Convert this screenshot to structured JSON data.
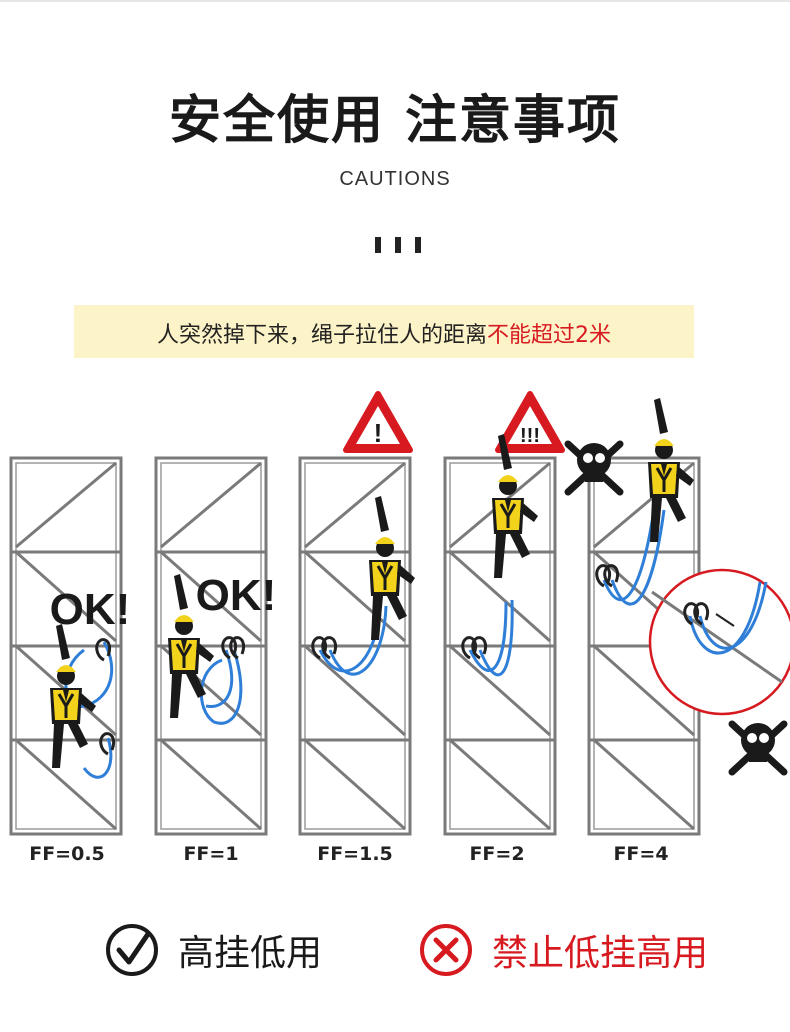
{
  "header": {
    "title": "安全使用 注意事项",
    "subtitle": "CAUTIONS"
  },
  "banner": {
    "text": "人突然掉下来，绳子拉住人的距离",
    "highlight": "不能超过2米",
    "highlight_color": "#d71920"
  },
  "columns": [
    {
      "ff_label": "FF=0.5",
      "callout": "OK!"
    },
    {
      "ff_label": "FF=1",
      "callout": "OK!"
    },
    {
      "ff_label": "FF=1.5"
    },
    {
      "ff_label": "FF=2"
    },
    {
      "ff_label": "FF=4"
    }
  ],
  "legend": {
    "good": {
      "label": "高挂低用",
      "icon": "check-circle-icon",
      "color": "#1a1a1a"
    },
    "bad": {
      "label": "禁止低挂高用",
      "icon": "cross-circle-icon",
      "color": "#d71920"
    }
  },
  "colors": {
    "scaffold": "#7a7a7a",
    "rope": "#2f7fd8",
    "vest": "#f2d21b",
    "warning_red": "#d71920"
  }
}
